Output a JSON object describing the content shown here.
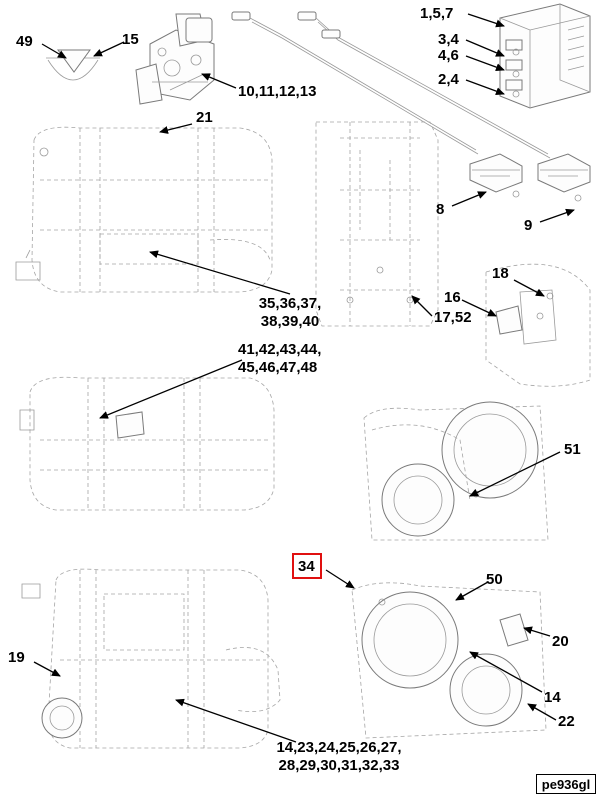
{
  "callouts": {
    "c49": "49",
    "c15": "15",
    "c10": "10,11,12,13",
    "c157": "1,5,7",
    "c34a": "3,4",
    "c46": "4,6",
    "c24": "2,4",
    "c21": "21",
    "c8": "8",
    "c9": "9",
    "c35a": "35,36,37,",
    "c35b": "38,39,40",
    "c18": "18",
    "c16": "16",
    "c17": "17,52",
    "c41a": "41,42,43,44,",
    "c41b": "45,46,47,48",
    "c51": "51",
    "c34": "34",
    "c50": "50",
    "c19": "19",
    "c20": "20",
    "c14": "14",
    "c22": "22",
    "c14b": "14,23,24,25,26,27,",
    "c14c": "28,29,30,31,32,33"
  },
  "reference_code": "pe936gl",
  "highlight_color": "#e01010"
}
